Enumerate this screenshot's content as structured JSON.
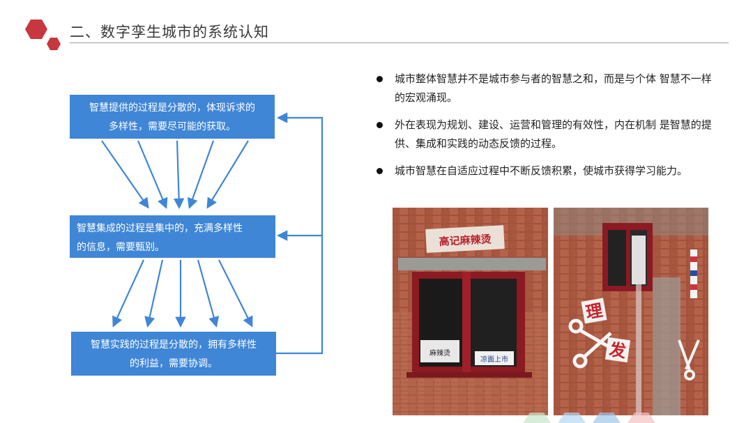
{
  "header": {
    "title": "二、数字孪生城市的系统认知",
    "accent_color": "#c8373f"
  },
  "flow": {
    "box_color": "#3f86d6",
    "arrow_color": "#3f86d6",
    "boxes": [
      {
        "line1": "智慧提供的过程是分散的，体现诉求的",
        "line2": "多样性，需要尽可能的获取。"
      },
      {
        "line1": "智慧集成的过程是集中的，充满多样性",
        "line2": "的信息，需要甄别。"
      },
      {
        "line1": "智慧实践的过程是分散的，拥有多样性",
        "line2": "的利益，需要协调。"
      }
    ]
  },
  "bullets": [
    {
      "text": "城市整体智慧并不是城市参与者的智慧之和，而是与个体 智慧不一样的宏观涌现。"
    },
    {
      "text": "外在表现为规划、建设、运营和管理的有效性，内在机制 是智慧的提供、集成和实践的动态反馈的过程。"
    },
    {
      "text": "城市智慧在自适应过程中不断反馈积累，使城市获得学习能力。"
    }
  ],
  "photos": {
    "left_sign": "高记麻辣烫",
    "left_window_note1": "麻辣烫",
    "left_window_note2": "凉面上市",
    "right_char1": "理",
    "right_char2": "发"
  }
}
